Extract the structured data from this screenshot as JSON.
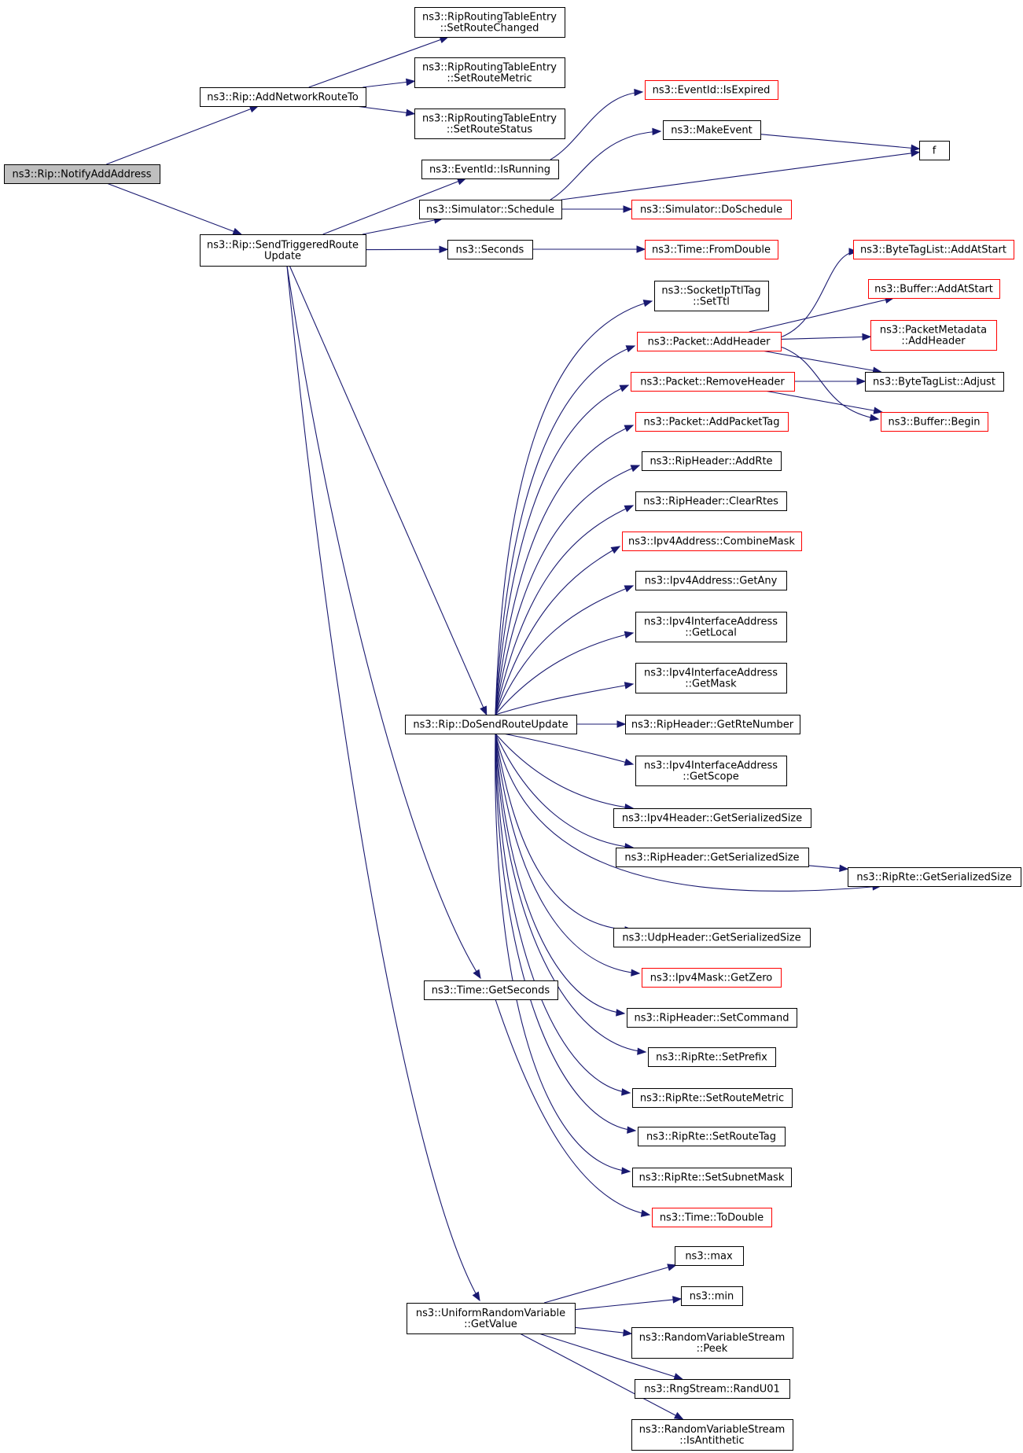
{
  "colors": {
    "edge": "#191970",
    "normal_border": "#000000",
    "truncated_border": "#ff0000",
    "root_fill": "#bfbfbf"
  },
  "nodes": {
    "notify_add_address": {
      "lines": [
        "ns3::Rip::NotifyAddAddress"
      ],
      "variant": "root"
    },
    "add_network_route_to": {
      "lines": [
        "ns3::Rip::AddNetworkRouteTo"
      ],
      "variant": "normal"
    },
    "send_triggered_route_update": {
      "lines": [
        "ns3::Rip::SendTriggeredRoute",
        "Update"
      ],
      "variant": "normal"
    },
    "set_route_changed": {
      "lines": [
        "ns3::RipRoutingTableEntry",
        "::SetRouteChanged"
      ],
      "variant": "normal"
    },
    "set_route_metric_entry": {
      "lines": [
        "ns3::RipRoutingTableEntry",
        "::SetRouteMetric"
      ],
      "variant": "normal"
    },
    "set_route_status": {
      "lines": [
        "ns3::RipRoutingTableEntry",
        "::SetRouteStatus"
      ],
      "variant": "normal"
    },
    "event_id_is_running": {
      "lines": [
        "ns3::EventId::IsRunning"
      ],
      "variant": "normal"
    },
    "event_id_is_expired": {
      "lines": [
        "ns3::EventId::IsExpired"
      ],
      "variant": "truncated"
    },
    "simulator_schedule": {
      "lines": [
        "ns3::Simulator::Schedule"
      ],
      "variant": "normal"
    },
    "make_event": {
      "lines": [
        "ns3::MakeEvent"
      ],
      "variant": "normal"
    },
    "f": {
      "lines": [
        "f"
      ],
      "variant": "normal"
    },
    "simulator_do_schedule": {
      "lines": [
        "ns3::Simulator::DoSchedule"
      ],
      "variant": "truncated"
    },
    "seconds": {
      "lines": [
        "ns3::Seconds"
      ],
      "variant": "normal"
    },
    "time_from_double": {
      "lines": [
        "ns3::Time::FromDouble"
      ],
      "variant": "truncated"
    },
    "socket_ip_ttl_tag_set_ttl": {
      "lines": [
        "ns3::SocketIpTtlTag",
        "::SetTtl"
      ],
      "variant": "normal"
    },
    "packet_add_header": {
      "lines": [
        "ns3::Packet::AddHeader"
      ],
      "variant": "truncated"
    },
    "byte_tag_list_add_at_start": {
      "lines": [
        "ns3::ByteTagList::AddAtStart"
      ],
      "variant": "truncated"
    },
    "buffer_add_at_start": {
      "lines": [
        "ns3::Buffer::AddAtStart"
      ],
      "variant": "truncated"
    },
    "packet_metadata_add_header": {
      "lines": [
        "ns3::PacketMetadata",
        "::AddHeader"
      ],
      "variant": "truncated"
    },
    "byte_tag_list_adjust": {
      "lines": [
        "ns3::ByteTagList::Adjust"
      ],
      "variant": "normal"
    },
    "packet_remove_header": {
      "lines": [
        "ns3::Packet::RemoveHeader"
      ],
      "variant": "truncated"
    },
    "buffer_begin": {
      "lines": [
        "ns3::Buffer::Begin"
      ],
      "variant": "truncated"
    },
    "packet_add_packet_tag": {
      "lines": [
        "ns3::Packet::AddPacketTag"
      ],
      "variant": "truncated"
    },
    "rip_header_add_rte": {
      "lines": [
        "ns3::RipHeader::AddRte"
      ],
      "variant": "normal"
    },
    "rip_header_clear_rtes": {
      "lines": [
        "ns3::RipHeader::ClearRtes"
      ],
      "variant": "normal"
    },
    "ipv4_address_combine_mask": {
      "lines": [
        "ns3::Ipv4Address::CombineMask"
      ],
      "variant": "truncated"
    },
    "ipv4_address_get_any": {
      "lines": [
        "ns3::Ipv4Address::GetAny"
      ],
      "variant": "normal"
    },
    "ipv4_interface_address_get_local": {
      "lines": [
        "ns3::Ipv4InterfaceAddress",
        "::GetLocal"
      ],
      "variant": "normal"
    },
    "ipv4_interface_address_get_mask": {
      "lines": [
        "ns3::Ipv4InterfaceAddress",
        "::GetMask"
      ],
      "variant": "normal"
    },
    "do_send_route_update": {
      "lines": [
        "ns3::Rip::DoSendRouteUpdate"
      ],
      "variant": "normal"
    },
    "rip_header_get_rte_number": {
      "lines": [
        "ns3::RipHeader::GetRteNumber"
      ],
      "variant": "normal"
    },
    "ipv4_interface_address_get_scope": {
      "lines": [
        "ns3::Ipv4InterfaceAddress",
        "::GetScope"
      ],
      "variant": "normal"
    },
    "ipv4_header_get_serialized_size": {
      "lines": [
        "ns3::Ipv4Header::GetSerializedSize"
      ],
      "variant": "normal"
    },
    "rip_header_get_serialized_size": {
      "lines": [
        "ns3::RipHeader::GetSerializedSize"
      ],
      "variant": "normal"
    },
    "rip_rte_get_serialized_size": {
      "lines": [
        "ns3::RipRte::GetSerializedSize"
      ],
      "variant": "normal"
    },
    "udp_header_get_serialized_size": {
      "lines": [
        "ns3::UdpHeader::GetSerializedSize"
      ],
      "variant": "normal"
    },
    "ipv4_mask_get_zero": {
      "lines": [
        "ns3::Ipv4Mask::GetZero"
      ],
      "variant": "truncated"
    },
    "rip_header_set_command": {
      "lines": [
        "ns3::RipHeader::SetCommand"
      ],
      "variant": "normal"
    },
    "rip_rte_set_prefix": {
      "lines": [
        "ns3::RipRte::SetPrefix"
      ],
      "variant": "normal"
    },
    "rip_rte_set_route_metric": {
      "lines": [
        "ns3::RipRte::SetRouteMetric"
      ],
      "variant": "normal"
    },
    "rip_rte_set_route_tag": {
      "lines": [
        "ns3::RipRte::SetRouteTag"
      ],
      "variant": "normal"
    },
    "rip_rte_set_subnet_mask": {
      "lines": [
        "ns3::RipRte::SetSubnetMask"
      ],
      "variant": "normal"
    },
    "time_get_seconds": {
      "lines": [
        "ns3::Time::GetSeconds"
      ],
      "variant": "normal"
    },
    "time_to_double": {
      "lines": [
        "ns3::Time::ToDouble"
      ],
      "variant": "truncated"
    },
    "max": {
      "lines": [
        "ns3::max"
      ],
      "variant": "normal"
    },
    "min": {
      "lines": [
        "ns3::min"
      ],
      "variant": "normal"
    },
    "uniform_random_variable_get_value": {
      "lines": [
        "ns3::UniformRandomVariable",
        "::GetValue"
      ],
      "variant": "normal"
    },
    "random_variable_stream_peek": {
      "lines": [
        "ns3::RandomVariableStream",
        "::Peek"
      ],
      "variant": "normal"
    },
    "rng_stream_rand_u01": {
      "lines": [
        "ns3::RngStream::RandU01"
      ],
      "variant": "normal"
    },
    "random_variable_stream_is_antithetic": {
      "lines": [
        "ns3::RandomVariableStream",
        "::IsAntithetic"
      ],
      "variant": "normal"
    }
  },
  "edges": [
    [
      "notify_add_address",
      "add_network_route_to"
    ],
    [
      "notify_add_address",
      "send_triggered_route_update"
    ],
    [
      "add_network_route_to",
      "set_route_changed"
    ],
    [
      "add_network_route_to",
      "set_route_metric_entry"
    ],
    [
      "add_network_route_to",
      "set_route_status"
    ],
    [
      "send_triggered_route_update",
      "event_id_is_running"
    ],
    [
      "send_triggered_route_update",
      "simulator_schedule"
    ],
    [
      "send_triggered_route_update",
      "seconds"
    ],
    [
      "send_triggered_route_update",
      "do_send_route_update"
    ],
    [
      "send_triggered_route_update",
      "time_get_seconds"
    ],
    [
      "send_triggered_route_update",
      "uniform_random_variable_get_value"
    ],
    [
      "event_id_is_running",
      "event_id_is_expired"
    ],
    [
      "simulator_schedule",
      "make_event"
    ],
    [
      "simulator_schedule",
      "f"
    ],
    [
      "simulator_schedule",
      "simulator_do_schedule"
    ],
    [
      "make_event",
      "f"
    ],
    [
      "seconds",
      "time_from_double"
    ],
    [
      "do_send_route_update",
      "socket_ip_ttl_tag_set_ttl"
    ],
    [
      "do_send_route_update",
      "packet_add_header"
    ],
    [
      "do_send_route_update",
      "packet_remove_header"
    ],
    [
      "do_send_route_update",
      "packet_add_packet_tag"
    ],
    [
      "do_send_route_update",
      "rip_header_add_rte"
    ],
    [
      "do_send_route_update",
      "rip_header_clear_rtes"
    ],
    [
      "do_send_route_update",
      "ipv4_address_combine_mask"
    ],
    [
      "do_send_route_update",
      "ipv4_address_get_any"
    ],
    [
      "do_send_route_update",
      "ipv4_interface_address_get_local"
    ],
    [
      "do_send_route_update",
      "ipv4_interface_address_get_mask"
    ],
    [
      "do_send_route_update",
      "rip_header_get_rte_number"
    ],
    [
      "do_send_route_update",
      "ipv4_interface_address_get_scope"
    ],
    [
      "do_send_route_update",
      "ipv4_header_get_serialized_size"
    ],
    [
      "do_send_route_update",
      "rip_header_get_serialized_size"
    ],
    [
      "do_send_route_update",
      "rip_rte_get_serialized_size"
    ],
    [
      "do_send_route_update",
      "udp_header_get_serialized_size"
    ],
    [
      "do_send_route_update",
      "ipv4_mask_get_zero"
    ],
    [
      "do_send_route_update",
      "rip_header_set_command"
    ],
    [
      "do_send_route_update",
      "rip_rte_set_prefix"
    ],
    [
      "do_send_route_update",
      "rip_rte_set_route_metric"
    ],
    [
      "do_send_route_update",
      "rip_rte_set_route_tag"
    ],
    [
      "do_send_route_update",
      "rip_rte_set_subnet_mask"
    ],
    [
      "packet_add_header",
      "byte_tag_list_add_at_start"
    ],
    [
      "packet_add_header",
      "buffer_add_at_start"
    ],
    [
      "packet_add_header",
      "packet_metadata_add_header"
    ],
    [
      "packet_add_header",
      "byte_tag_list_adjust"
    ],
    [
      "packet_add_header",
      "buffer_begin"
    ],
    [
      "packet_remove_header",
      "byte_tag_list_adjust"
    ],
    [
      "packet_remove_header",
      "buffer_begin"
    ],
    [
      "rip_header_get_serialized_size",
      "rip_rte_get_serialized_size"
    ],
    [
      "time_get_seconds",
      "time_to_double"
    ],
    [
      "uniform_random_variable_get_value",
      "max"
    ],
    [
      "uniform_random_variable_get_value",
      "min"
    ],
    [
      "uniform_random_variable_get_value",
      "random_variable_stream_peek"
    ],
    [
      "uniform_random_variable_get_value",
      "rng_stream_rand_u01"
    ],
    [
      "uniform_random_variable_get_value",
      "random_variable_stream_is_antithetic"
    ]
  ]
}
